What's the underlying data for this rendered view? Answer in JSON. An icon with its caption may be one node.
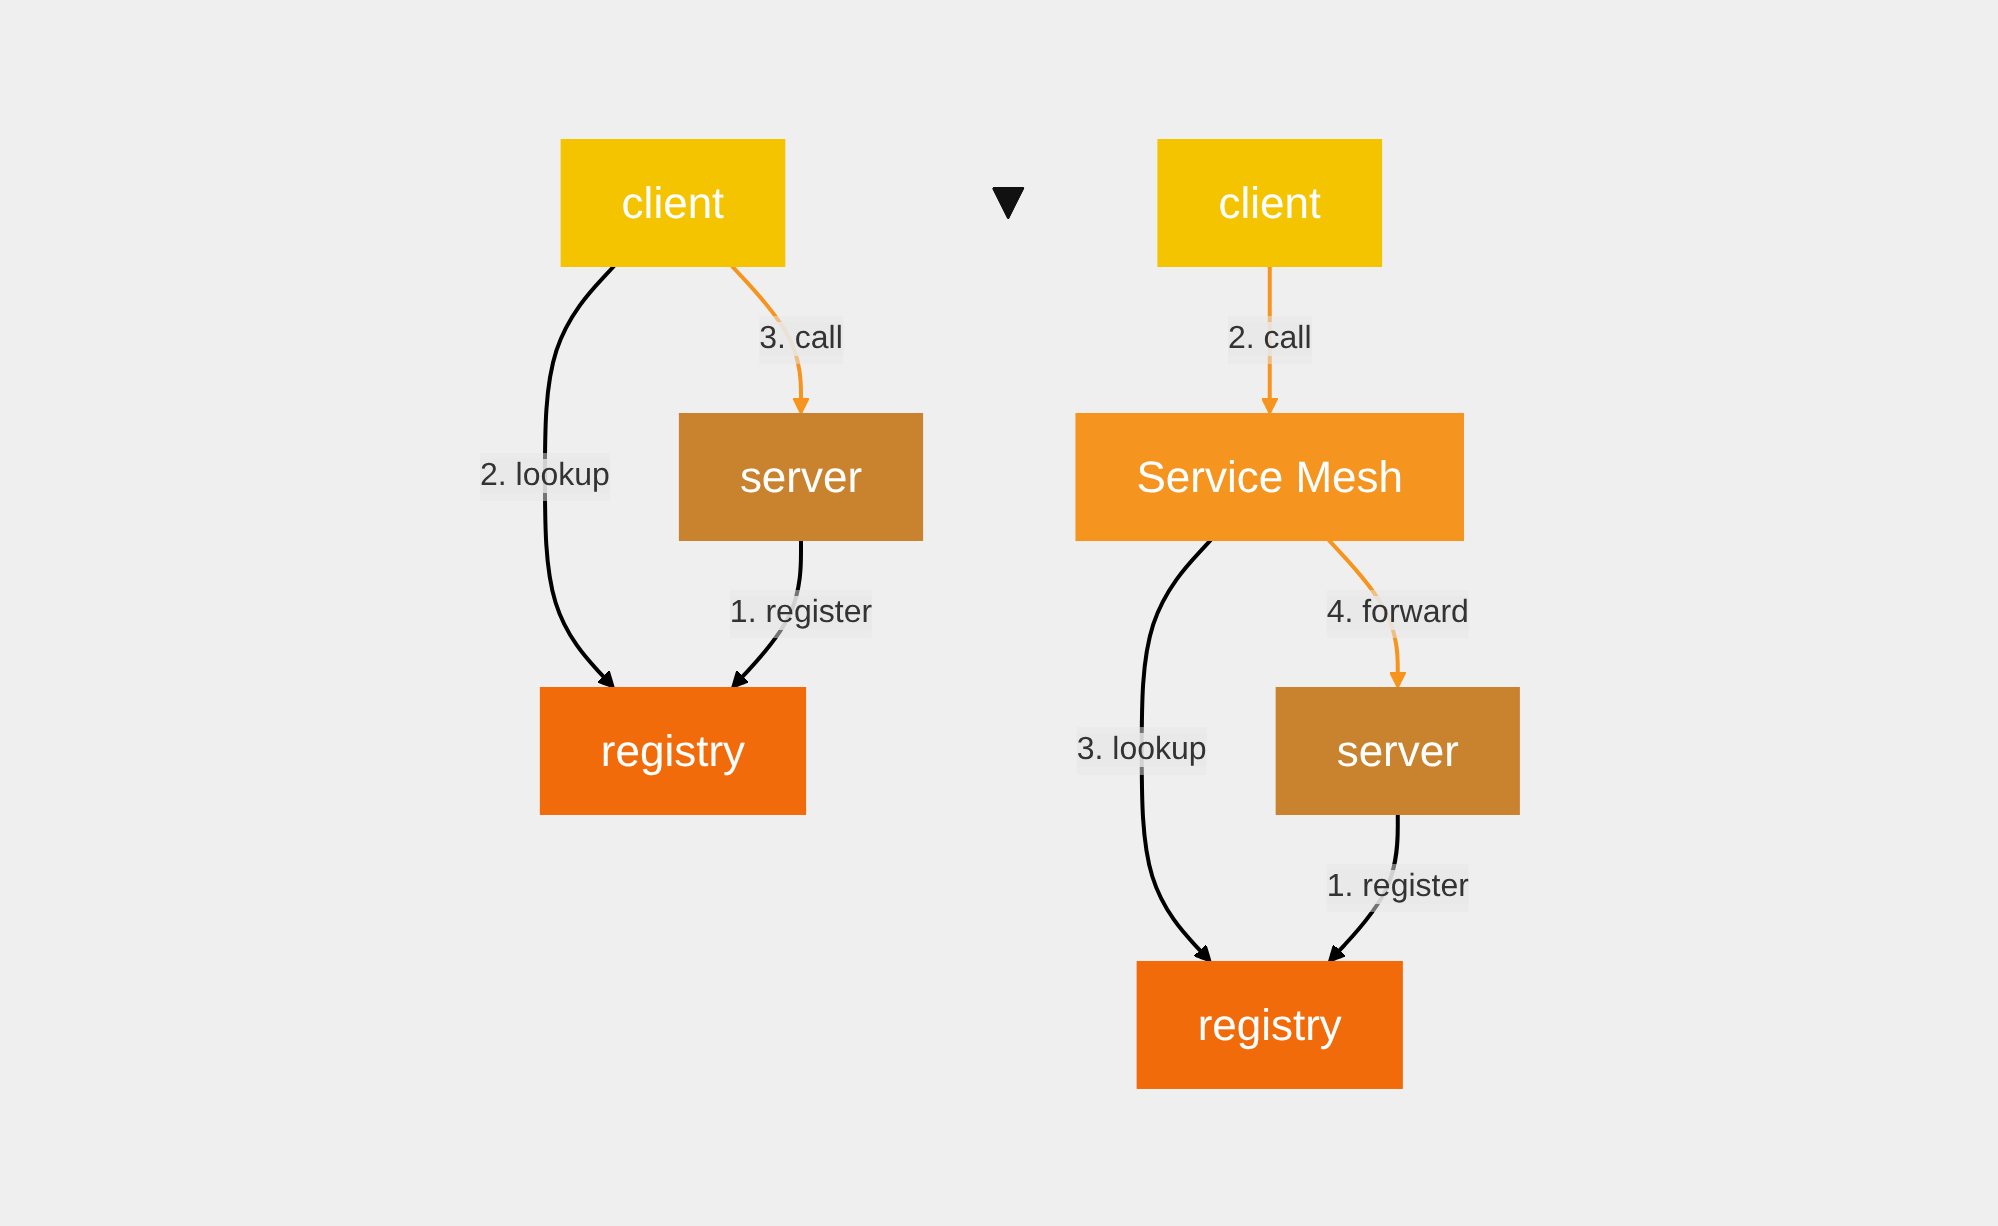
{
  "diagram": {
    "nodes": [
      {
        "text": [
          "client"
        ]
      },
      {
        "text": [
          "server"
        ]
      },
      {
        "text": [
          "registry"
        ]
      },
      {
        "text": [],
        "shape": "arrow"
      },
      {
        "text": [
          "client"
        ]
      },
      {
        "text": [
          "Service Mesh"
        ]
      },
      {
        "text": [
          "server"
        ]
      },
      {
        "text": [
          "registry"
        ]
      }
    ],
    "edges": [
      {
        "from": 0,
        "to": 1,
        "arrow": "to",
        "label": "3. call",
        "color": "#f7941d"
      },
      {
        "from": 0,
        "to": 2,
        "arrow": "to",
        "label": "2. lookup"
      },
      {
        "from": 1,
        "to": 2,
        "arrow": "to",
        "label": "1. register"
      },
      {
        "from": 4,
        "to": 5,
        "arrow": "to",
        "label": "2. call",
        "color": "#f7941d"
      },
      {
        "from": 5,
        "to": 6,
        "arrow": "to",
        "label": "4. forward",
        "color": "#f7941d"
      },
      {
        "from": 5,
        "to": 7,
        "arrow": "to",
        "label": "3. lookup"
      },
      {
        "from": 6,
        "to": 7,
        "arrow": "to",
        "label": "1. register"
      }
    ]
  }
}
